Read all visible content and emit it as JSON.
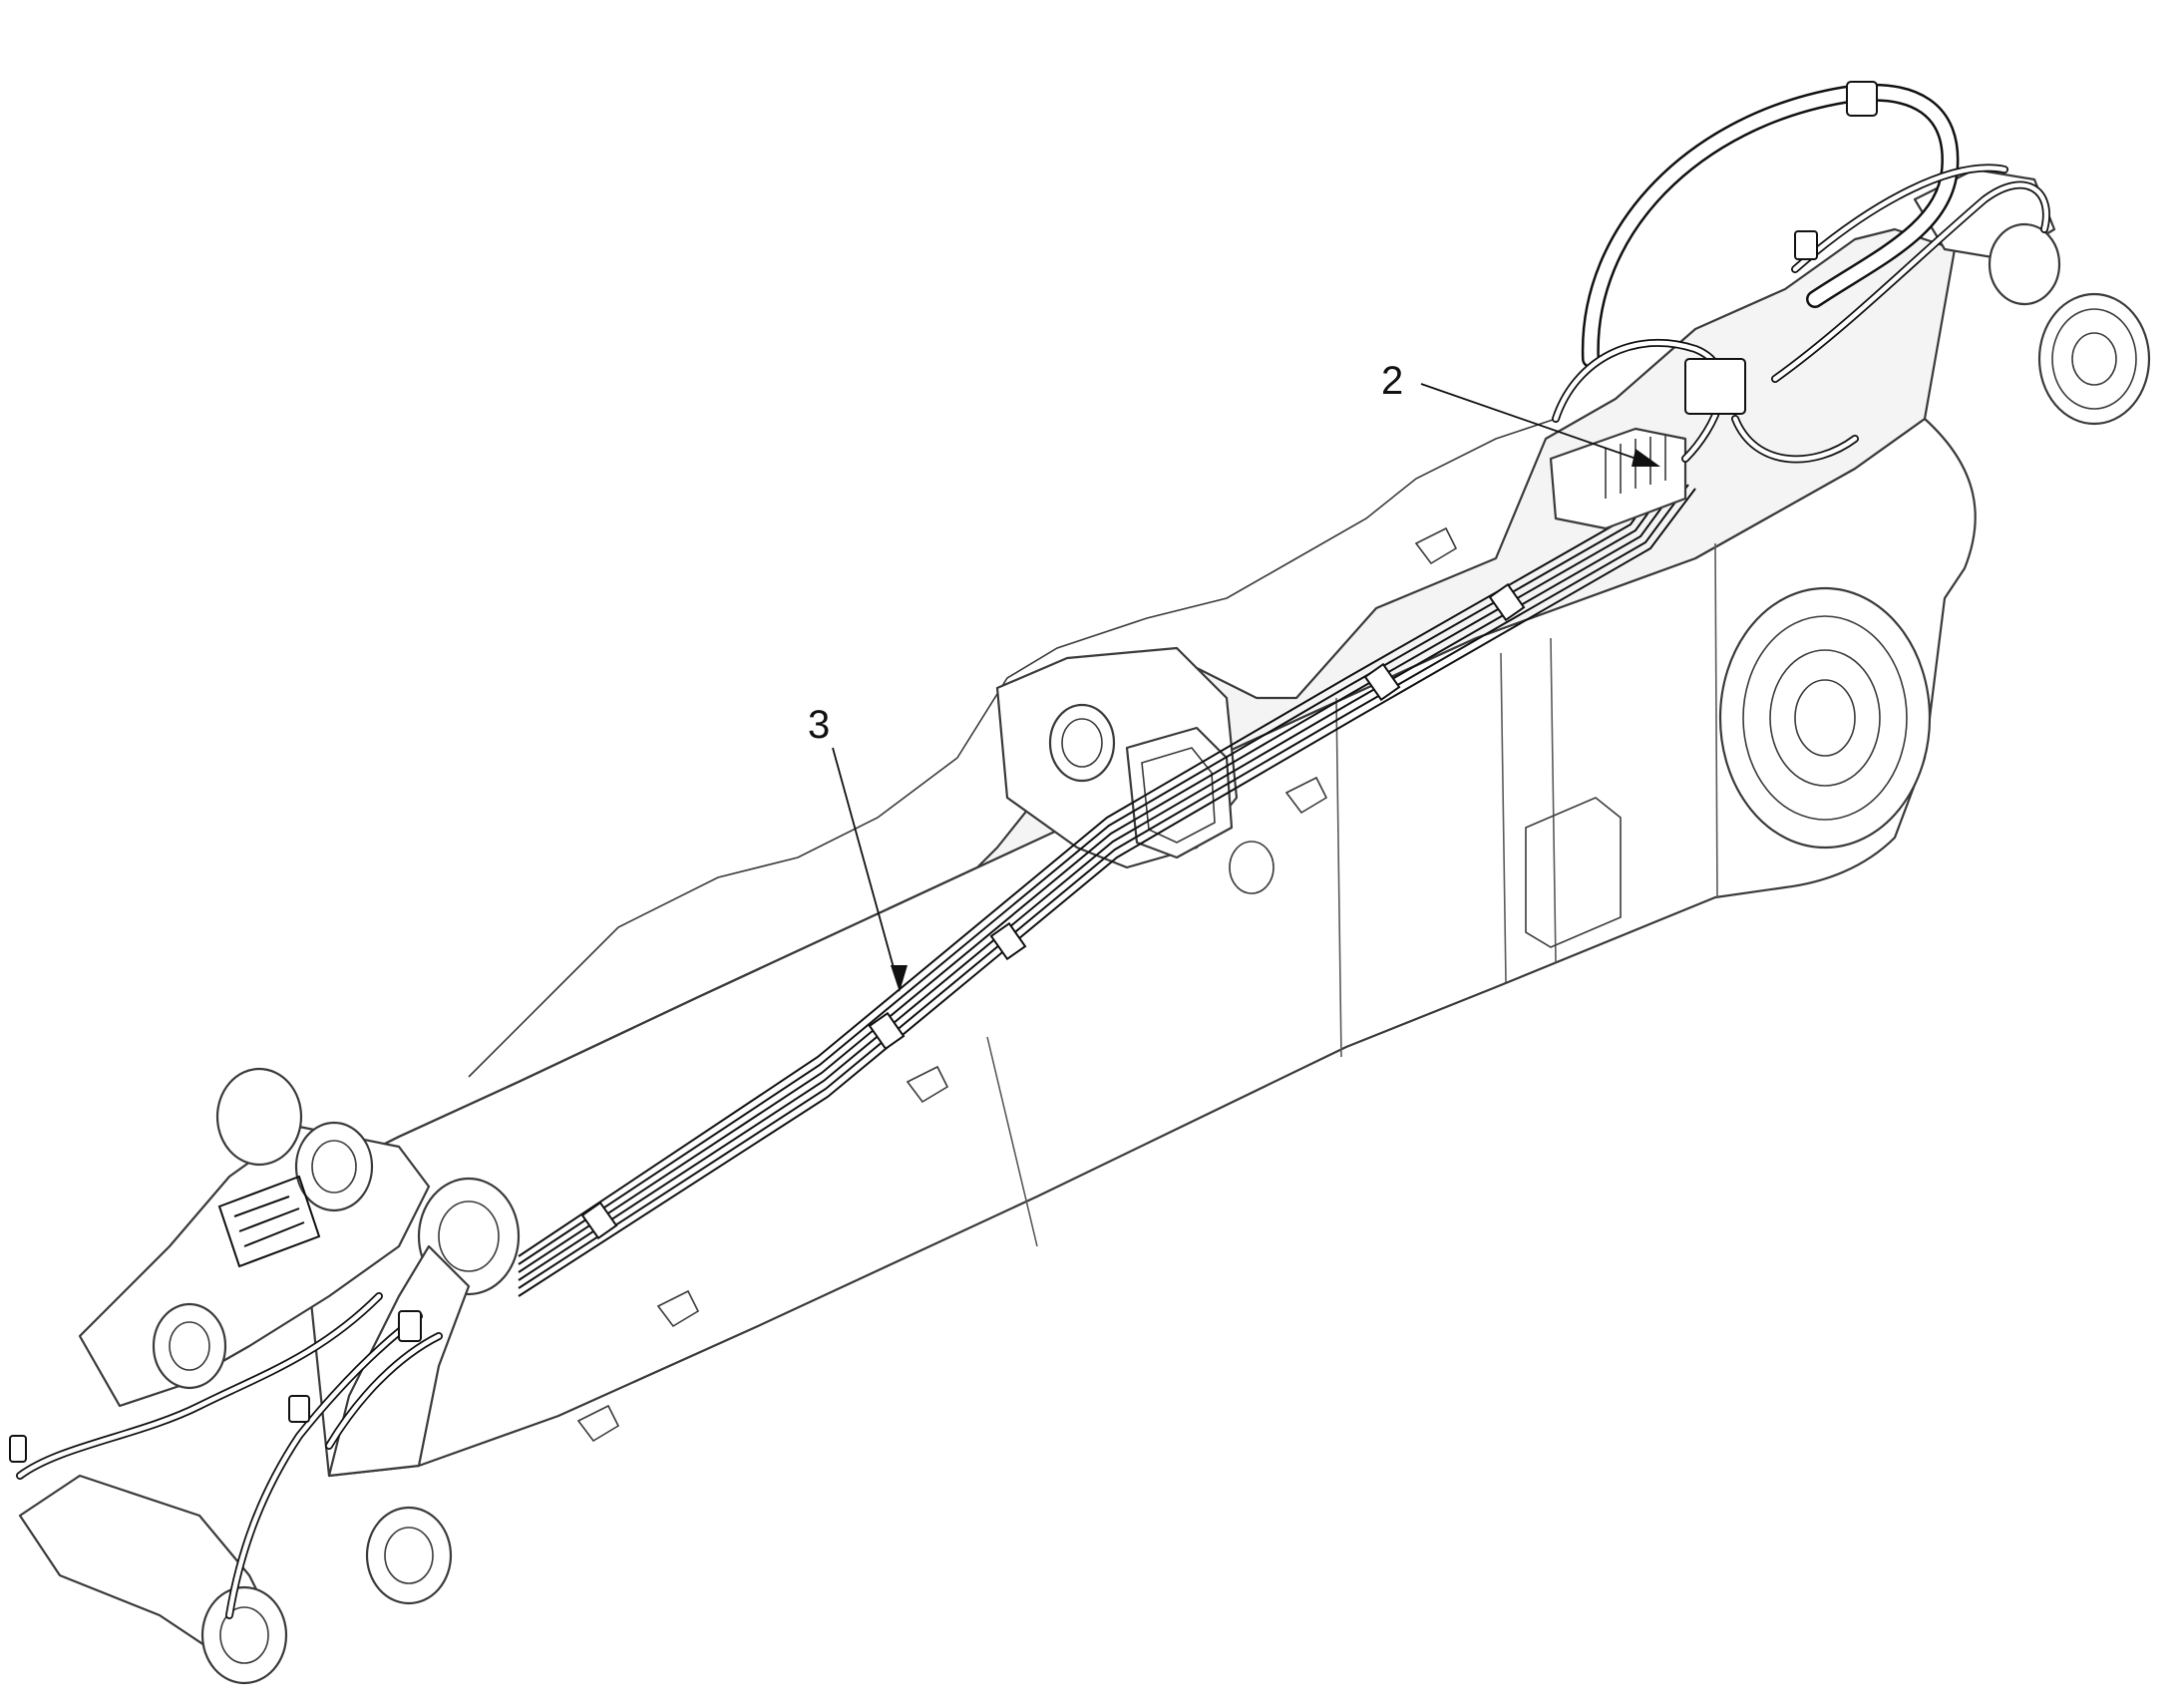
{
  "callouts": [
    {
      "id": "2",
      "label": "2"
    },
    {
      "id": "3",
      "label": "3"
    }
  ],
  "colors": {
    "line": "#3a3a3a",
    "harness": "#111111",
    "fill": "#ffffff",
    "shade": "#f4f4f4"
  }
}
